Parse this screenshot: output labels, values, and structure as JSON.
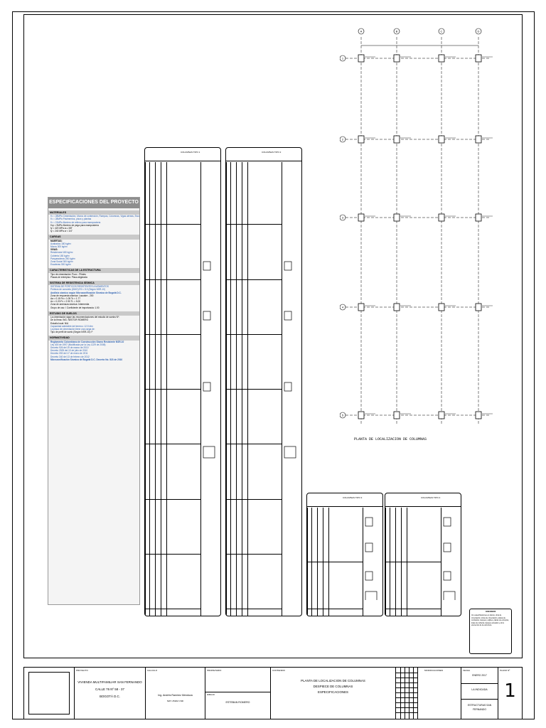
{
  "specs": {
    "title": "ESPECIFICACIONES DEL PROYECTO",
    "materiales": "MATERIALES",
    "mat_lines": [
      "f'c = 28MPa   Cimentación, Muros de contención, Rampas, Columnas, Vigas aéreas, Escaleras y Placa de entrepiso",
      "f'c = 28MPa   Pavimentos, pisos y plantas",
      "f'c = 21MPa   Mortero de relleno para mampostería",
      "f'cp = 9MPa   Mortero de pega para mampostería",
      "fy = 420 MPa  ø ≥ 3/8\"",
      "fy = 240 MPa  ø < 1/4\""
    ],
    "cargas": "CARGAS",
    "cargas_lines": [
      "MUERTAS:",
      "Acabados  180 kg/m²",
      "Muros  300 kg/m²",
      "VIVAS:",
      "Residencial  180 kg/m²",
      "Cubierta  180 kg/m²",
      "Parqueaderos  250 kg/m²",
      "Zona Social  300 kg/m²",
      "Escaleras  300 kg/m²"
    ],
    "estructura": "CARACTERISTICAS DE LA ESTRUCTURA",
    "estructura_lines": [
      "Tipo de cimentación:  Pozo - Pilotes",
      "Placas de entrepiso:  Placa aligerada"
    ],
    "sismo": "SISTEMA DE RESISTENCIA SÍSMICA",
    "sismo_lines": [
      "SISTEMA DE PÓRTICOS RESISTENTES A MOMENTOS",
      "Pórticos de concreto (DMO)   R0 = 5.0 (Según NSR-10)",
      "Análisis sísmico según Microzonificación Sísmica de Bogotá D.C.",
      "Zona de respuesta sísmica:  Lacustre - 200",
      "Aa = 0.15   Fa = 1.05   Tc = 1.77",
      "Av = 0.20   Fv = 2.90   TL = 5.00",
      "Zona de amenaza sísmica:  Intermedia",
      "Grupo de uso:  I   Coeficiente de importancia: 1.00"
    ],
    "suelos": "ESTUDIO DE SUELOS",
    "suelos_lines": [
      "La cimentación sigue las recomendaciones del estudio de suelos Nº:",
      "De la firma:  ING. NESTOR ROMERO",
      "Estudio local:  N/A",
      "Capacidad admisible del terreno:  12.5 t/m²",
      "La placa de cimentación tiene una carga de:",
      "Tipo de perfil de suelo (Según NSR-10):  F"
    ],
    "normatividad": "NORMATIVIDAD",
    "norm_lines": [
      "Reglamento Colombiano de Construcción Sismo Resistente NSR-10",
      "Ley 400 de 1997 (Modificada por la Ley 1229 de 2008)",
      "Decreto 926 del 19 de marzo de 2010",
      "Decreto 2525 del 13 de julio de 2010",
      "Decreto 092 del 17 de enero de 2011",
      "Decreto 340 del 13 de febrero de 2012",
      "Microzonificación Sísmica de Bogotá D.C. Decreto No. 523 de 2010"
    ]
  },
  "panels": [
    {
      "title": "COLUMNAS TIPO 1"
    },
    {
      "title": "COLUMNAS TIPO 2"
    },
    {
      "title": "COLUMNAS TIPO 3"
    },
    {
      "title": "COLUMNAS TIPO 4"
    }
  ],
  "plan": {
    "title": "PLANTA DE LOCALIZACION DE COLUMNAS",
    "axes_letters": [
      "A",
      "B",
      "C",
      "D"
    ],
    "axes_numbers": [
      "1",
      "2",
      "3",
      "4",
      "5"
    ]
  },
  "notes": {
    "title": "CONVENIOS",
    "text": "Ver especificaciones en planos, obra de cimentación, lozas de cimentación, placas de contrapiso, tanques y aljibes, placas de entrepiso, losas de cubierta, tanques elevados y otros elementos de la estructura."
  },
  "title_block": {
    "proyecto_label": "PROYECTO",
    "proyecto": [
      "VIVIENDA MULTIFAMILIAR SAN FERNANDO",
      "CALLE 76 Nº 58 - 37",
      "BOGOTÁ D.C."
    ],
    "calculo_label": "CALCULO",
    "calculo": "Ing. Andrés Ramírez Mendoza",
    "calculo_sub": "MAT. 25202 CND",
    "propietario_label": "PROPIETARIO",
    "dibujo_label": "DIBUJO",
    "dibujo": "ESTEBAN ROMERO",
    "contenido_label": "CONTENIDO",
    "contenido": [
      "PLANTA DE LOCALIZACION DE COLUMNAS",
      "DESPIECE DE COLUMNAS",
      "ESPECIFICACIONES"
    ],
    "modificaciones_label": "MODIFICACIONES",
    "fecha_label": "FECHA",
    "fecha": "ENERO 2017",
    "escala": "LA INDICADA",
    "archivo": "ESTRUCTURAS SAN FERNANDO",
    "plano_label": "PLANO Nº",
    "plano_num": "1"
  }
}
